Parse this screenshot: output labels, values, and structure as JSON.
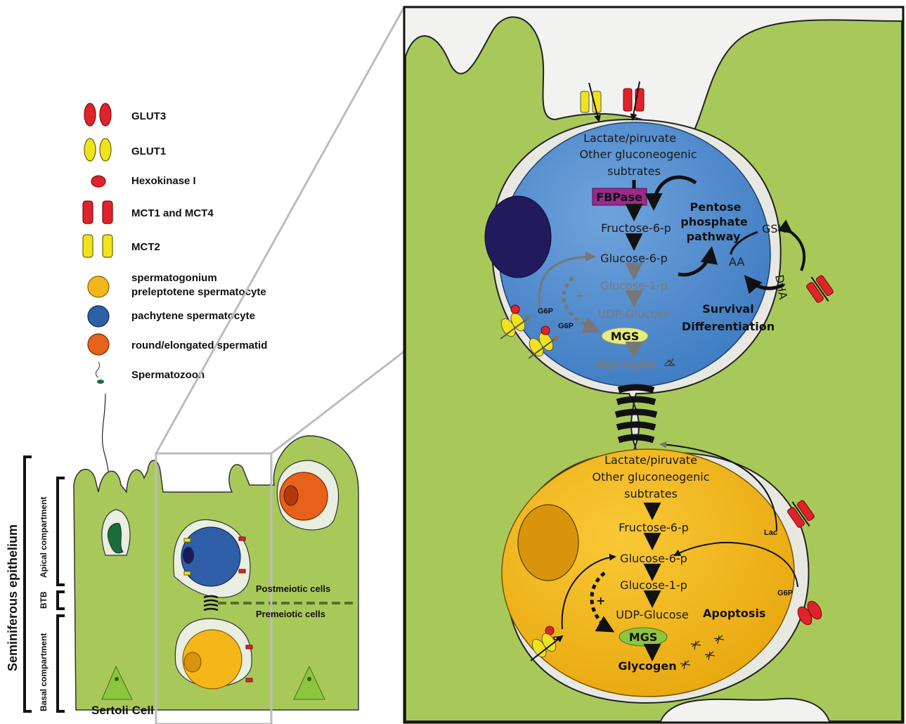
{
  "legend": {
    "items": [
      {
        "label": "GLUT3",
        "icon": "glut3-transporter-icon",
        "color": "#e0232b"
      },
      {
        "label": "GLUT1",
        "icon": "glut1-transporter-icon",
        "color": "#f2e21b"
      },
      {
        "label": "Hexokinase I",
        "icon": "hexokinase-icon",
        "color": "#e0232b"
      },
      {
        "label": "MCT1 and MCT4",
        "icon": "mct1-mct4-transporter-icon",
        "color": "#e0232b"
      },
      {
        "label": "MCT2",
        "icon": "mct2-transporter-icon",
        "color": "#f2e21b"
      },
      {
        "label": "spermatogonium",
        "label2": "preleptotene spermatocyte",
        "icon": "spermatogonium-cell-icon",
        "color": "#f5b619"
      },
      {
        "label": "pachytene spermatocyte",
        "icon": "pachytene-cell-icon",
        "color": "#2f5fa8"
      },
      {
        "label": "round/elongated spermatid",
        "icon": "spermatid-cell-icon",
        "color": "#e8611a"
      },
      {
        "label": "Spermatozoon",
        "icon": "spermatozoon-icon",
        "color": "#1d6b3a"
      }
    ]
  },
  "overview": {
    "seminiferous": "Seminiferous epithelium",
    "apical": "Apical compartment",
    "btb": "BTB",
    "basal": "Basal compartment",
    "postmeiotic": "Postmeiotic cells",
    "premeiotic": "Premeiotic cells",
    "sertoli": "Sertoli Cell"
  },
  "top_cell": {
    "substrates": [
      "Lactate/piruvate",
      "Other gluconeogenic",
      "subtrates"
    ],
    "enzyme": "FBPase",
    "pathway": [
      "Fructose-6-p",
      "Glucose-6-p",
      "Glucose-1-p",
      "UDP-Glucose"
    ],
    "mgs": "MGS",
    "glycogen": "Glycogen",
    "pentose": [
      "Pentose",
      "phosphate",
      "pathway"
    ],
    "gsh": "GSH",
    "aa": "AA",
    "dha": "DHA",
    "g6p": "G6P",
    "plus": "+",
    "outcome": [
      "Survival",
      "Differentiation"
    ]
  },
  "bottom_cell": {
    "substrates": [
      "Lactate/piruvate",
      "Other gluconeogenic",
      "subtrates"
    ],
    "pathway": [
      "Fructose-6-p",
      "Glucose-6-p",
      "Glucose-1-p",
      "UDP-Glucose"
    ],
    "mgs": "MGS",
    "glycogen": "Glycogen",
    "g6p": "G6P",
    "lac": "Lac",
    "plus": "+",
    "outcome": "Apoptosis"
  },
  "colors": {
    "sertoli_green": "#a8c95a",
    "pachytene_blue": "#4a86cc",
    "spermatogonium_yellow": "#f2b71e",
    "fbpase_purple": "#9b2a8a",
    "mgs_yellow_light": "#e8ec7a",
    "mgs_green": "#8cc63f"
  }
}
